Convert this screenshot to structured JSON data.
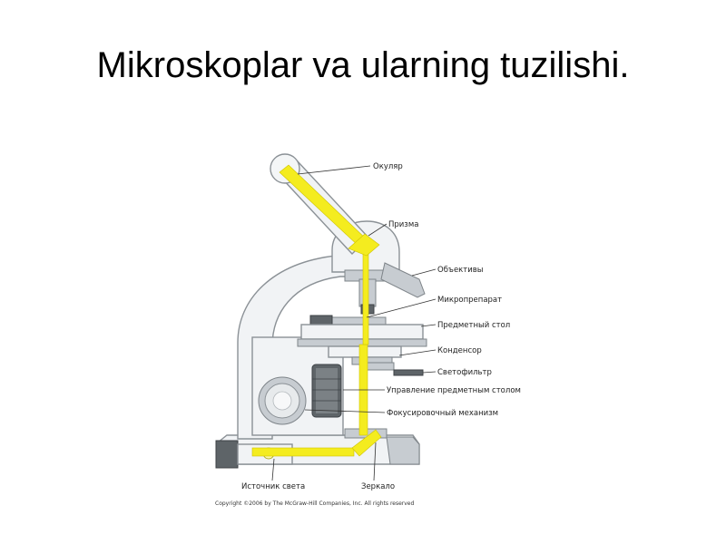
{
  "title": "Mikroskoplar va ularning tuzilishi.",
  "labels": {
    "ocular": "Окуляр",
    "prism": "Призма",
    "objectives": "Объективы",
    "specimen": "Микропрепарат",
    "stage": "Предметный стол",
    "condenser": "Конденсор",
    "filter": "Светофильтр",
    "stage_control": "Управление предметным столом",
    "focus": "Фокусировочный механизм",
    "light_source": "Источник света",
    "mirror": "Зеркало"
  },
  "copyright": "Copyright ©2006 by The McGraw-Hill Companies, Inc.  All rights reserved",
  "colors": {
    "beam": "#f4ec1f",
    "body": "#f1f3f5",
    "outline": "#8b9196"
  }
}
